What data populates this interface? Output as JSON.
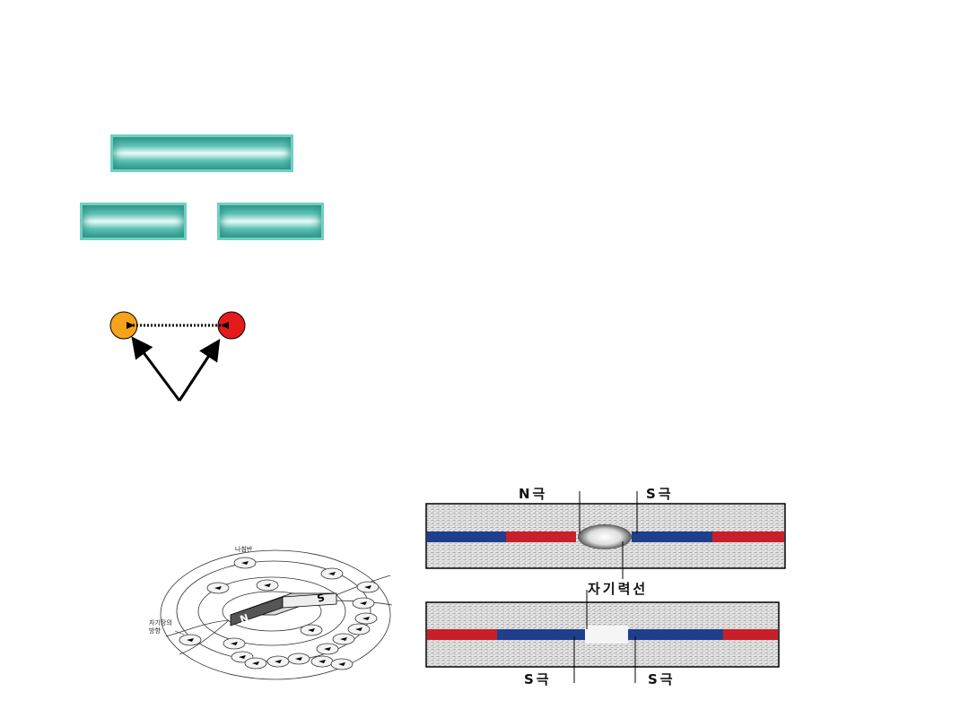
{
  "diagram": {
    "compass_labels": {
      "compass": "나침반",
      "field_direction_line1": "자기장의",
      "field_direction_line2": "방향"
    },
    "magnet_labels": {
      "n": "N",
      "s": "S"
    },
    "iron_filings": {
      "top_left_pole": "N극",
      "top_right_pole": "S극",
      "field_lines": "자기력선",
      "bottom_left_pole": "S극",
      "bottom_right_pole": "S극"
    },
    "colors": {
      "orange_particle": "#f7a21b",
      "red_particle": "#e51a1a",
      "pole_red": "#c8202a",
      "pole_blue": "#1f3f8c",
      "teal": "#3aa597"
    }
  }
}
